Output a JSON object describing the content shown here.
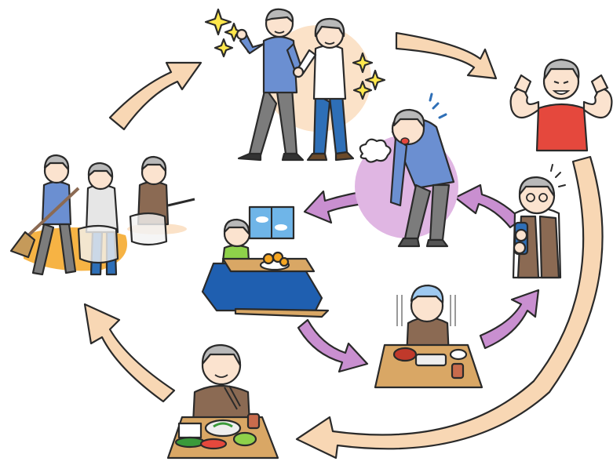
{
  "colors": {
    "healthy_arrow": "#f8d7b4",
    "frailty_arrow": "#c98fd0",
    "outline": "#2a2a2a",
    "skin": "#fbe3cf",
    "hair": "#b9b9b9",
    "blue_shirt": "#6b8fd1",
    "gray_pants": "#7c7c7c",
    "jeans": "#2e6fb7",
    "red_tank": "#e5483d",
    "green_shirt": "#8ed14a",
    "brown_vest": "#8b6a53",
    "kotatsu_blue": "#1f5fb0",
    "table_wood": "#d9a765",
    "leaves_orange": "#f5a623",
    "sparkle_yellow": "#ffe74c",
    "peach_bg": "#fbe2c8",
    "lavender_bg": "#e0b6e3"
  },
  "scenes": [
    {
      "id": "couple-walking",
      "icon": "couple-walking-illustration"
    },
    {
      "id": "strong-man",
      "icon": "muscular-elderly-man-illustration"
    },
    {
      "id": "tired-man",
      "icon": "out-of-breath-man-illustration"
    },
    {
      "id": "kotatsu",
      "icon": "man-at-kotatsu-illustration"
    },
    {
      "id": "drinking",
      "icon": "man-opening-bottle-illustration"
    },
    {
      "id": "poor-appetite",
      "icon": "man-with-small-meal-illustration"
    },
    {
      "id": "eating-well",
      "icon": "woman-with-full-meal-illustration"
    },
    {
      "id": "cleaning",
      "icon": "volunteer-cleaning-illustration"
    }
  ]
}
